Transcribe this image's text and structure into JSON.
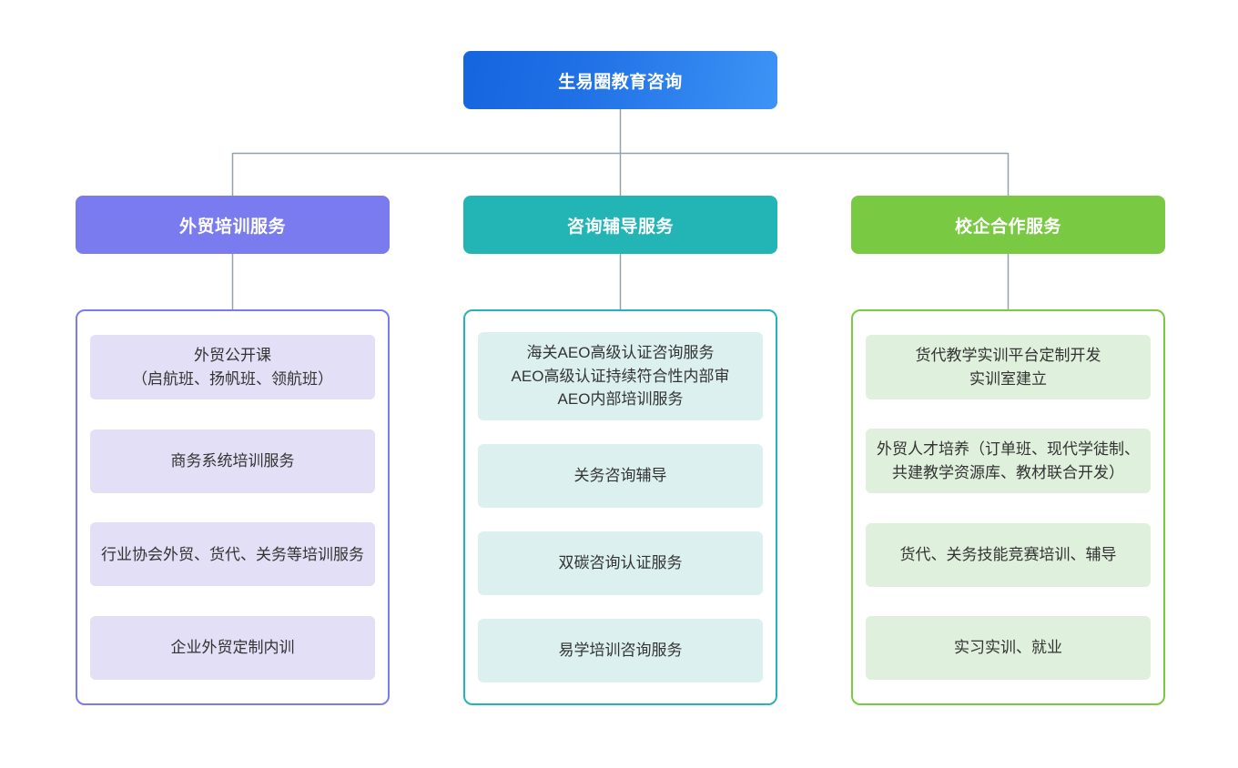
{
  "diagram": {
    "type": "organization-tree",
    "orientation": "top-down",
    "background_color": "#ffffff",
    "connector_color": "#93a2af",
    "root": {
      "label": "生易圈教育咨询",
      "color_start": "#1565e0",
      "color_end": "#3d94f5",
      "text_color": "#ffffff"
    },
    "branches": [
      {
        "label": "外贸培训服务",
        "header_color": "#7b7bf0",
        "border_color": "#7b7bf0",
        "card_color": "#e3dff6",
        "text_color": "#ffffff",
        "items": [
          "外贸公开课\n（启航班、扬帆班、领航班）",
          "商务系统培训服务",
          "行业协会外贸、货代、关务等培训服务",
          "企业外贸定制内训"
        ]
      },
      {
        "label": "咨询辅导服务",
        "header_color": "#23b5b5",
        "border_color": "#23b5b5",
        "card_color": "#dcf0f0",
        "text_color": "#ffffff",
        "items": [
          "海关AEO高级认证咨询服务\nAEO高级认证持续符合性内部审\nAEO内部培训服务",
          "关务咨询辅导",
          "双碳咨询认证服务",
          "易学培训咨询服务"
        ]
      },
      {
        "label": "校企合作服务",
        "header_color": "#7ac943",
        "border_color": "#7ac943",
        "card_color": "#dff0dc",
        "text_color": "#ffffff",
        "items": [
          "货代教学实训平台定制开发\n实训室建立",
          "外贸人才培养（订单班、现代学徒制、共建教学资源库、教材联合开发）",
          "货代、关务技能竞赛培训、辅导",
          "实习实训、就业"
        ]
      }
    ]
  }
}
